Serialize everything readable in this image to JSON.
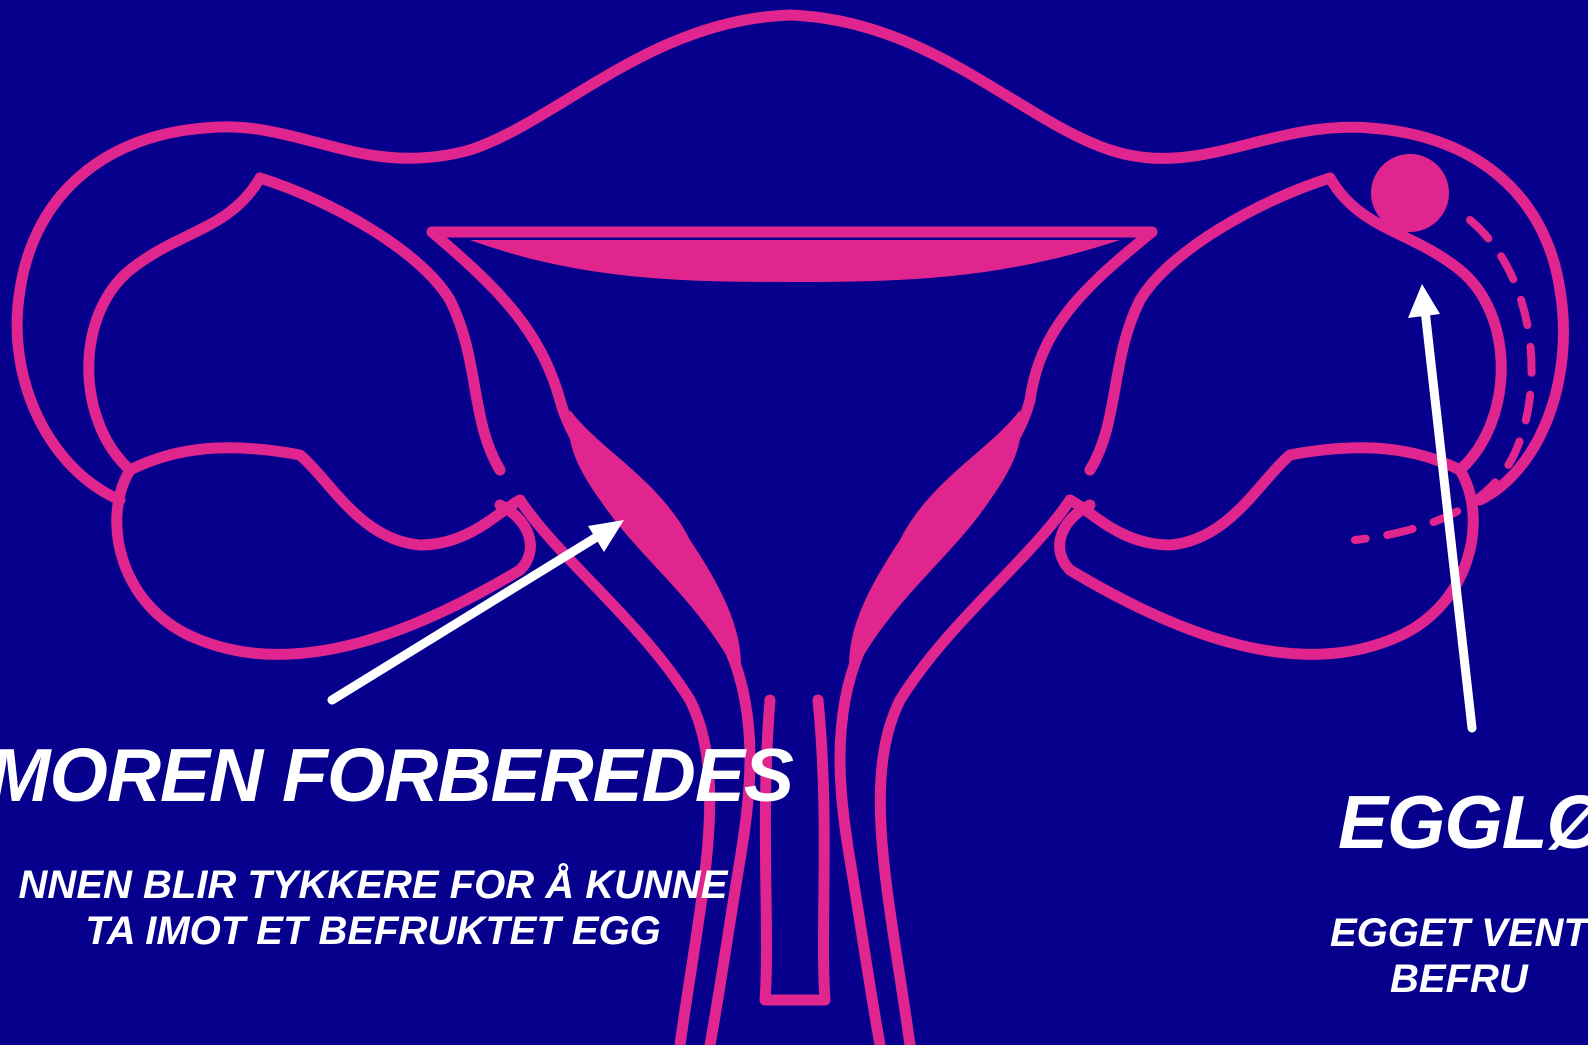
{
  "left_caption": {
    "heading": "MOREN FORBEREDES",
    "subtext": "NNEN BLIR TYKKERE FOR Å KUNNE TA IMOT ET BEFRUKTET EGG"
  },
  "right_caption": {
    "heading": "EGGLØ",
    "subtext_line1": "EGGET VENT",
    "subtext_line2": "BEFRU"
  },
  "colors": {
    "background": "#06008c",
    "organ_outline": "#e0258f",
    "arrow": "#ffffff",
    "text": "#ffffff"
  },
  "icons": {
    "diagram": "uterus-outline-illustration",
    "egg": "egg-dot-icon",
    "arrows": "white-pointer-arrows"
  }
}
